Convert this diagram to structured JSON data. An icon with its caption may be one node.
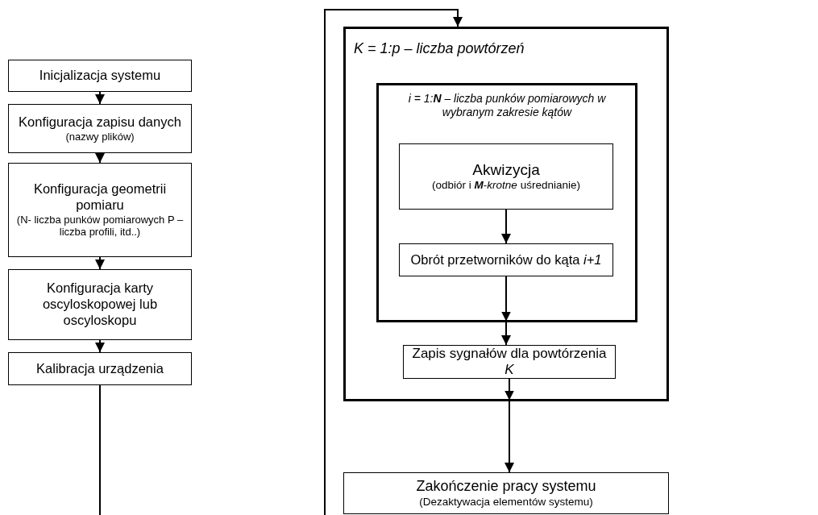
{
  "diagram": {
    "nodes": [
      {
        "text": [
          "Inicjalizacja systemu"
        ]
      },
      {
        "text": [
          "Konfiguracja zapisu danych",
          "(nazwy plików)"
        ]
      },
      {
        "text": [
          "Konfiguracja geometrii pomiaru",
          "(N- liczba punków pomiarowych P – liczba profili, itd..)"
        ]
      },
      {
        "text": [
          "Konfiguracja karty oscyloskopowej lub oscyloskopu"
        ]
      },
      {
        "text": [
          "Kalibracja urządzenia"
        ]
      },
      {
        "text": [
          "K = 1:p – liczba powtórzeń"
        ]
      },
      {
        "text": [
          "i = 1:**N** – liczba punków pomiarowych w wybranym zakresie kątów"
        ],
        "in": 5
      },
      {
        "text": [
          "Akwizycja",
          "(odbiór i **M**-*krotne* uśrednianie)"
        ],
        "in": 6
      },
      {
        "text": [
          "Obrót przetworników do kąta *i+1*"
        ],
        "in": 6
      },
      {
        "text": [
          "Zapis sygnałów dla powtórzenia *K*"
        ],
        "in": 5
      },
      {
        "text": [
          "Zakończenie pracy systemu",
          "(Dezaktywacja elementów systemu)"
        ]
      }
    ],
    "edges": [
      {
        "from": 0,
        "to": 1,
        "arrow": "to"
      },
      {
        "from": 1,
        "to": 2,
        "arrow": "to"
      },
      {
        "from": 2,
        "to": 3,
        "arrow": "to"
      },
      {
        "from": 3,
        "to": 4,
        "arrow": "to"
      },
      {
        "from": 4,
        "to": null,
        "arrow": "none"
      },
      {
        "from": null,
        "to": 5,
        "arrow": "to"
      },
      {
        "from": 7,
        "to": 8,
        "arrow": "to"
      },
      {
        "from": 8,
        "to": 9,
        "arrow": "to"
      },
      {
        "from": 9,
        "to": 10,
        "arrow": "to"
      }
    ]
  }
}
